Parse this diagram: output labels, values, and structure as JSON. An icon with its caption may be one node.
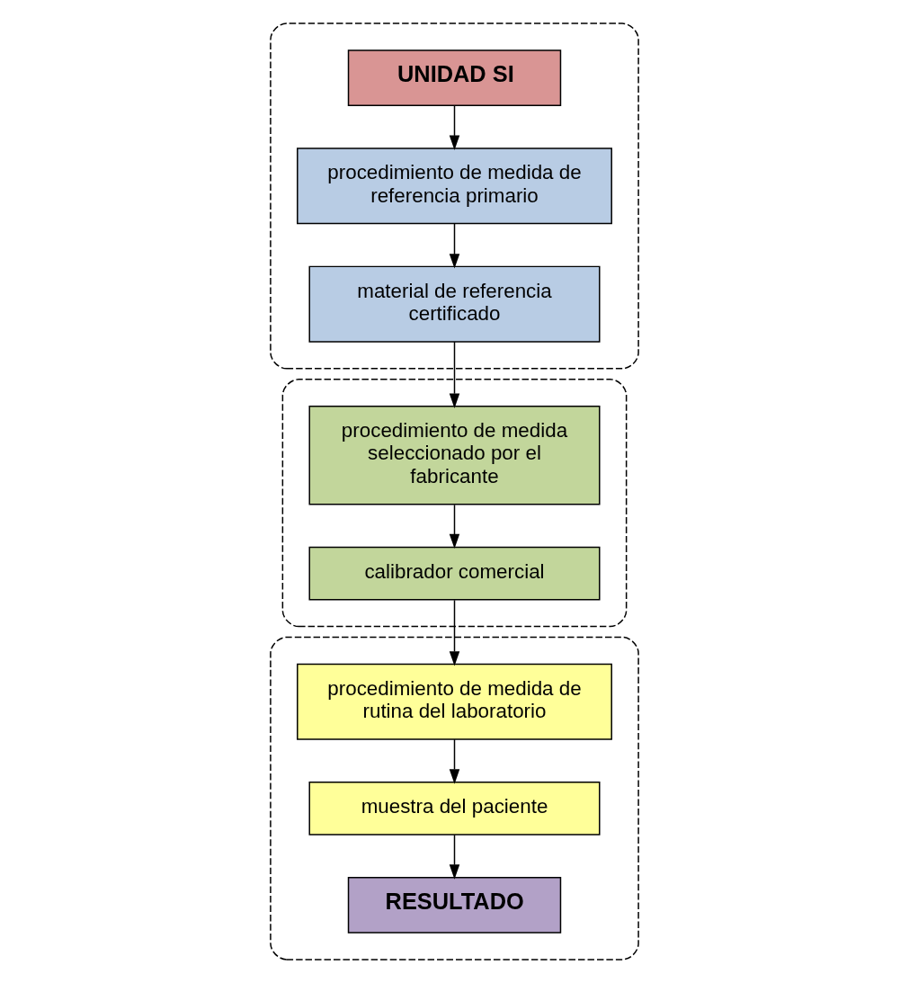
{
  "diagram": {
    "nodes": [
      {
        "text": [],
        "shape": "box"
      },
      {
        "text": [
          "UNIDAD SI"
        ],
        "in": 0
      },
      {
        "text": [
          "procedimiento de medida de referencia primario"
        ],
        "in": 0
      },
      {
        "text": [
          "material de referencia certificado"
        ],
        "in": 0
      },
      {
        "text": [],
        "shape": "box"
      },
      {
        "text": [
          "procedimiento de medida seleccionado por el fabricante"
        ],
        "in": 4
      },
      {
        "text": [
          "calibrador comercial"
        ],
        "in": 4
      },
      {
        "text": [],
        "shape": "box"
      },
      {
        "text": [
          "procedimiento de medida de rutina del laboratorio"
        ],
        "in": 7
      },
      {
        "text": [
          "muestra del paciente"
        ],
        "in": 7
      },
      {
        "text": [
          "RESULTADO"
        ],
        "in": 7
      }
    ],
    "edges": [
      {
        "from": 1,
        "to": 2,
        "arrow": "to"
      },
      {
        "from": 2,
        "to": 3,
        "arrow": "to"
      },
      {
        "from": 3,
        "to": 5,
        "arrow": "to"
      },
      {
        "from": 5,
        "to": 6,
        "arrow": "to"
      },
      {
        "from": 6,
        "to": 8,
        "arrow": "to"
      },
      {
        "from": 8,
        "to": 9,
        "arrow": "to"
      },
      {
        "from": 9,
        "to": 10,
        "arrow": "to"
      }
    ]
  }
}
